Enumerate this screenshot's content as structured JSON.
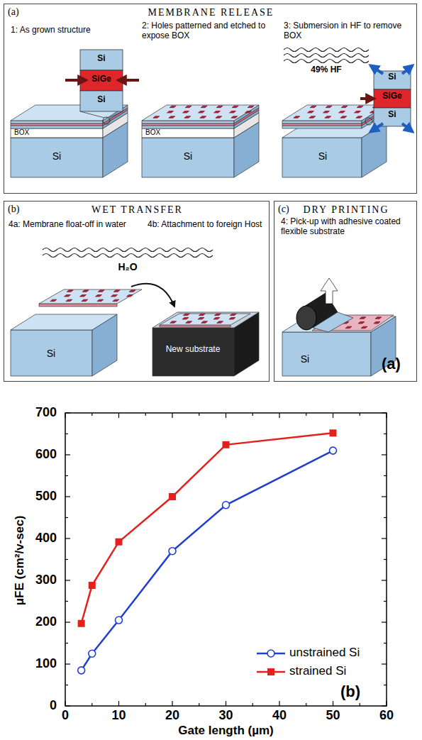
{
  "diagram": {
    "nodes": [
      {
        "text": [
          "(a)",
          "MEMBRANE RELEASE"
        ]
      },
      {
        "text": [
          "(b)",
          "WET TRANSFER"
        ]
      },
      {
        "text": [
          "(c)",
          "DRY PRINTING"
        ]
      }
    ],
    "labels": [
      "1: As grown structure",
      "Si",
      "SiGe",
      "Si",
      "BOX",
      "Si",
      "2: Holes patterned and etched to expose BOX",
      "BOX",
      "Si",
      "3: Submersion in HF to remove BOX",
      "49% HF",
      "Si",
      "SiGe",
      "Si",
      "Si",
      "4a: Membrane float-off in water",
      "4b: Attachment to foreign Host",
      "H₂O",
      "Si",
      "New substrate",
      "4: Pick-up with adhesive coated flexible substrate",
      "Si",
      "(a)",
      "700",
      "600",
      "500",
      "400",
      "300",
      "200",
      "100",
      "0",
      "0",
      "10",
      "20",
      "30",
      "40",
      "50",
      "60",
      "μFE (cm²/v-sec)",
      "Gate length (µm)",
      "(b)"
    ],
    "legend": [
      {
        "text": "unstrained Si"
      },
      {
        "text": "strained Si"
      }
    ]
  }
}
